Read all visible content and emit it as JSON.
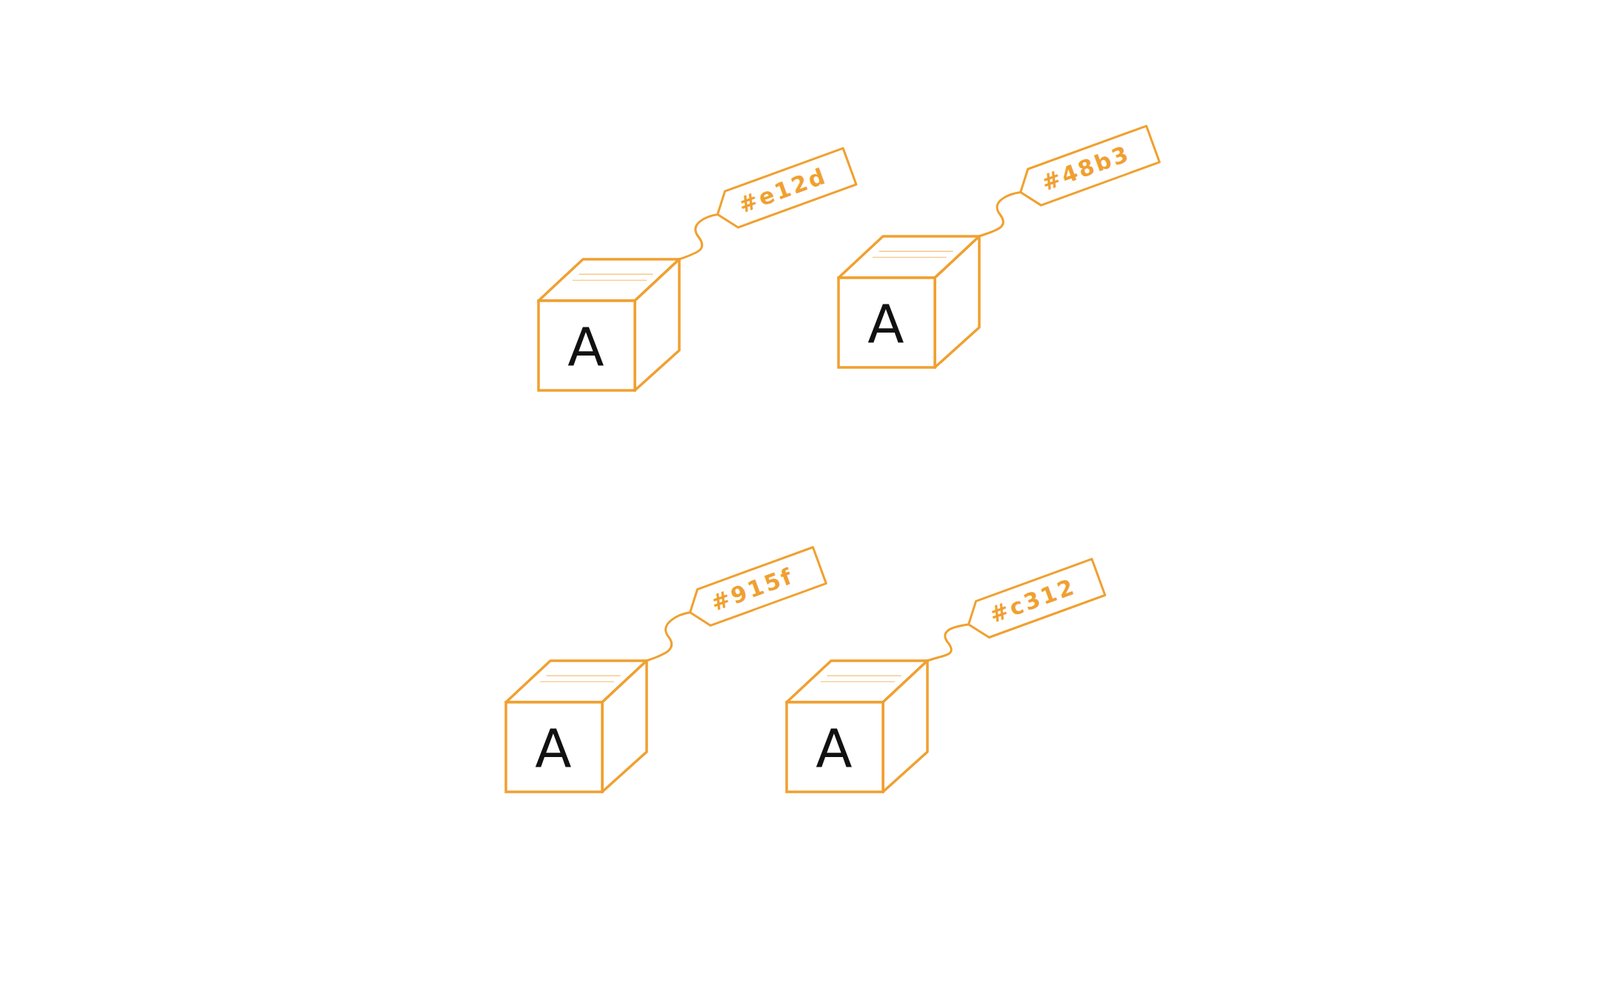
{
  "diagram": {
    "nodes": [
      {
        "text": [
          "A"
        ]
      },
      {
        "text": [
          "#e12d"
        ]
      },
      {
        "text": [
          "A"
        ]
      },
      {
        "text": [
          "#48b3"
        ]
      },
      {
        "text": [
          "A"
        ]
      },
      {
        "text": [
          "#915f"
        ]
      },
      {
        "text": [
          "A"
        ]
      },
      {
        "text": [
          "#c312"
        ]
      }
    ],
    "edges": [
      {
        "from": 0,
        "to": 1,
        "arrow": "none"
      },
      {
        "from": 2,
        "to": 3,
        "arrow": "none"
      },
      {
        "from": 4,
        "to": 5,
        "arrow": "none"
      },
      {
        "from": 6,
        "to": 7,
        "arrow": "none"
      }
    ]
  }
}
